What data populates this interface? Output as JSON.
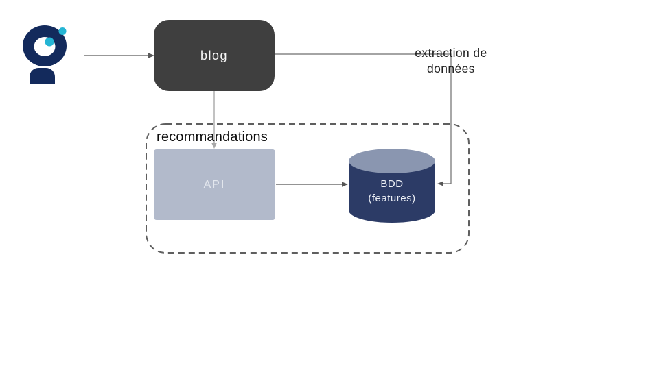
{
  "diagram": {
    "background": "#ffffff",
    "logo": {
      "name": "person-magnifier-logo",
      "navy": "#132a5c",
      "cyan": "#25b5d4"
    },
    "nodes": {
      "blog": {
        "label": "blog",
        "fill": "#3f3f3f",
        "text_color": "#f7f7f7"
      },
      "api": {
        "label": "API",
        "fill": "#b2bacb",
        "text_color": "#e3e7ee"
      },
      "bdd": {
        "label_line1": "BDD",
        "label_line2": "(features)",
        "body_fill": "#2c3b66",
        "top_fill": "#8a96b0",
        "text_color": "#edf0f6"
      }
    },
    "labels": {
      "extraction": {
        "line1": "extraction de",
        "line2": "données",
        "color": "#1f1f1f"
      },
      "recommandations": {
        "text": "recommandations",
        "color": "#0d0d0d"
      }
    },
    "group_box": {
      "border_color": "#5f5f5f",
      "style": "dashed rounded rectangle"
    },
    "connectors": {
      "logo_to_blog": {
        "color": "#5a5a5a",
        "direction": "right"
      },
      "blog_to_bdd_via_extraction": {
        "color": "#6e6e6e",
        "direction": "right-down-left"
      },
      "blog_to_api": {
        "color": "#9a9a9a",
        "direction": "down"
      },
      "api_to_bdd": {
        "color": "#555555",
        "direction": "right"
      }
    }
  }
}
